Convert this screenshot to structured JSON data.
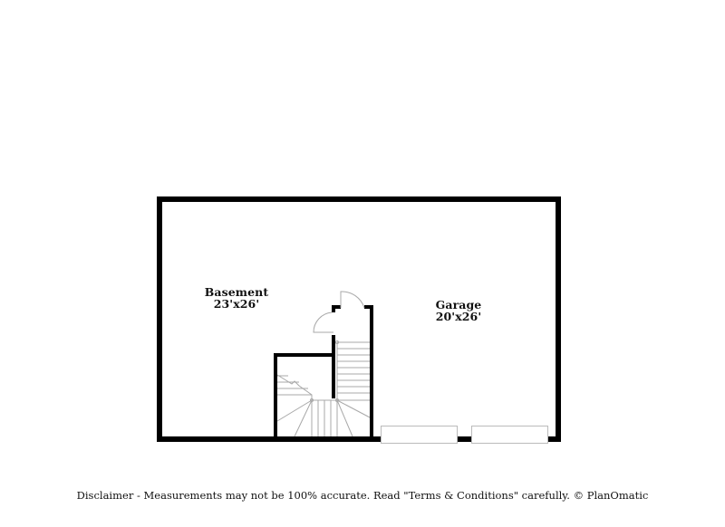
{
  "floor_plan": {
    "rooms": [
      {
        "name": "Basement",
        "dimensions": "23'x26'"
      },
      {
        "name": "Garage",
        "dimensions": "20'x26'"
      }
    ],
    "features": [
      "staircase",
      "door-swing-1",
      "door-swing-2",
      "garage-door-1",
      "garage-door-2"
    ]
  },
  "footer": {
    "disclaimer": "Disclaimer - Measurements may not be 100% accurate. Read \"Terms & Conditions\" carefully. © PlanOmatic"
  },
  "colors": {
    "wall": "#000000",
    "thin_line": "#a8a8a8",
    "background": "#ffffff"
  }
}
